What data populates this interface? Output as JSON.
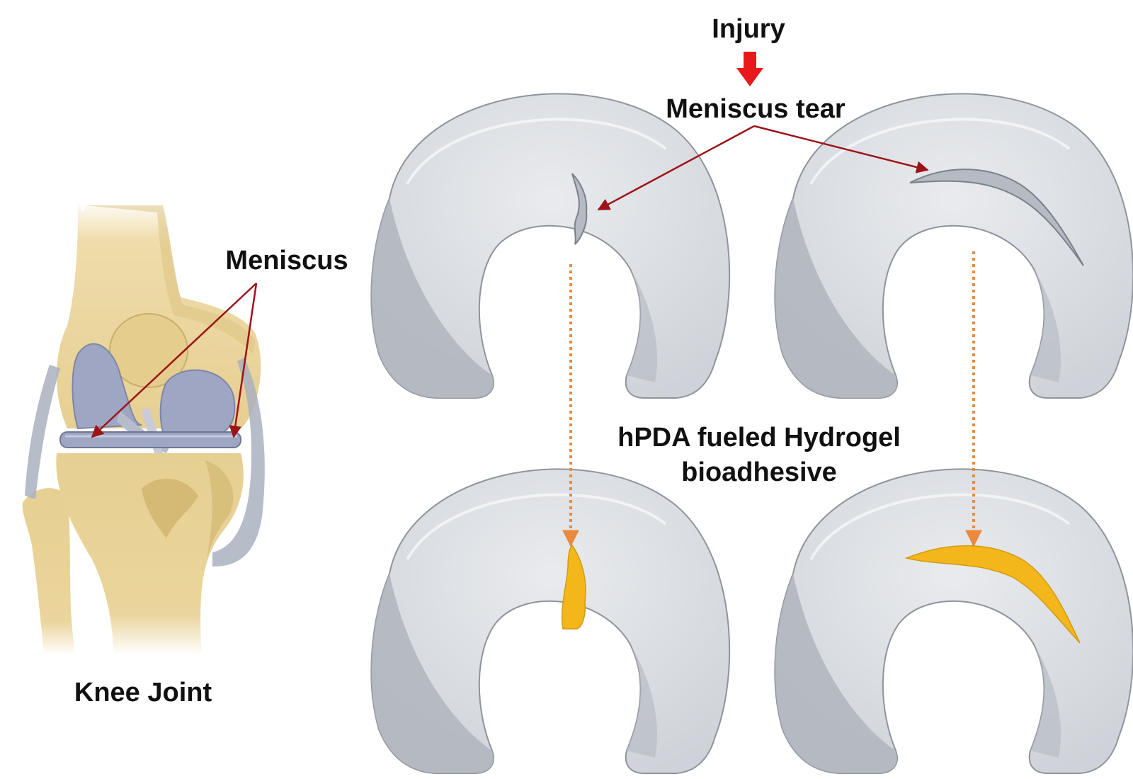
{
  "labels": {
    "injury": "Injury",
    "meniscus_tear": "Meniscus tear",
    "meniscus": "Meniscus",
    "knee_joint": "Knee Joint",
    "treatment_line1": "hPDA fueled Hydrogel",
    "treatment_line2": "bioadhesive"
  },
  "colors": {
    "arrow_red": "#e8191c",
    "pointer_dark_red": "#9c1318",
    "dotted_orange": "#e98a3e",
    "meniscus_grey": "#d6d9de",
    "meniscus_shadow": "#a8adb6",
    "bone": "#e8d39a",
    "bone_shadow": "#c9ae6c",
    "cartilage_blue": "#9ea6c4",
    "hydrogel_yellow": "#f3b71c"
  },
  "icons": {
    "down_arrow": "red-down-arrow-icon"
  }
}
